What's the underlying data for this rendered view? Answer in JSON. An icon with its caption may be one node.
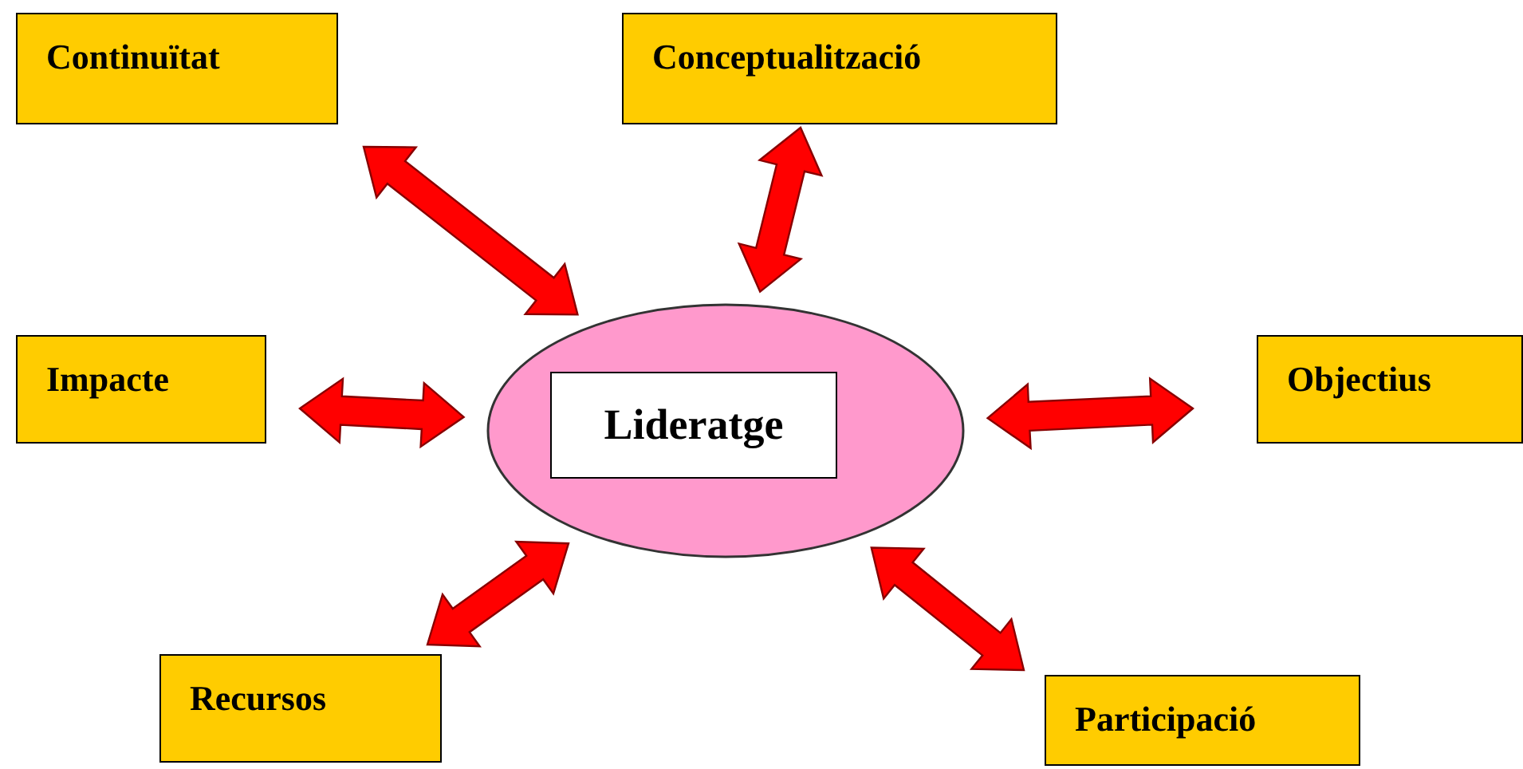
{
  "diagram": {
    "nodes": [
      {
        "text": [
          "Continuïtat"
        ]
      },
      {
        "text": [
          "Conceptualització"
        ]
      },
      {
        "text": [
          "Impacte"
        ]
      },
      {
        "text": [],
        "shape": "ellipse"
      },
      {
        "text": [
          "Lideratge"
        ],
        "in": 3
      },
      {
        "text": [
          "Objectius"
        ]
      },
      {
        "text": [
          "Recursos"
        ]
      },
      {
        "text": [
          "Participació"
        ]
      }
    ],
    "edges": [
      {
        "from": 0,
        "to": 3,
        "arrow": "both"
      },
      {
        "from": 1,
        "to": 3,
        "arrow": "both"
      },
      {
        "from": 2,
        "to": 3,
        "arrow": "both"
      },
      {
        "from": 5,
        "to": 3,
        "arrow": "both"
      },
      {
        "from": 6,
        "to": 3,
        "arrow": "both"
      },
      {
        "from": 7,
        "to": 3,
        "arrow": "both"
      }
    ]
  }
}
